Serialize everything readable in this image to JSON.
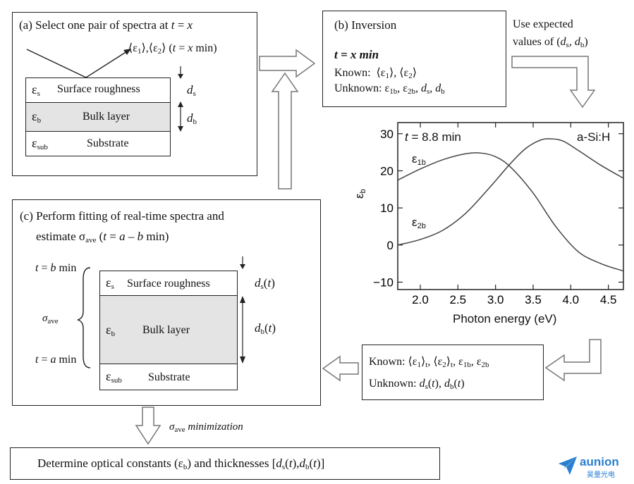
{
  "panel_a": {
    "title_pre": "(a) Select one pair of spectra at ",
    "title_var": "t",
    "title_post": " = ",
    "title_var2": "x",
    "spectra_label": "⟨ε₁⟩,⟨ε₂⟩",
    "spectra_cond": "(t = x min)",
    "layer_s_sym": "ε",
    "layer_s_sub": "s",
    "layer_s_name": "Surface roughness",
    "layer_b_sym": "ε",
    "layer_b_sub": "b",
    "layer_b_name": "Bulk layer",
    "layer_sub_sym": "ε",
    "layer_sub_sub": "sub",
    "layer_sub_name": "Substrate",
    "ds_label": "d",
    "ds_sub": "s",
    "db_label": "d",
    "db_sub": "b"
  },
  "panel_b": {
    "title": "(b) Inversion",
    "time_line": "t = x min",
    "known_label": "Known:",
    "known_vals": "⟨ε₁⟩, ⟨ε₂⟩",
    "unknown_label": "Unknown:",
    "unknown_vals": "ε₁b, ε₂b, ds, db"
  },
  "use_expected": {
    "line1": "Use expected",
    "line2": "values of (ds, db)"
  },
  "chart_data": {
    "type": "line",
    "xlabel": "Photon energy (eV)",
    "ylabel": "εb",
    "xlim": [
      1.7,
      4.7
    ],
    "ylim": [
      -12,
      33
    ],
    "xticks": [
      "2.0",
      "2.5",
      "3.0",
      "3.5",
      "4.0",
      "4.5"
    ],
    "yticks": [
      "30",
      "20",
      "10",
      "0",
      "−10"
    ],
    "annotation_time": "t = 8.8 min",
    "annotation_material": "a-Si:H",
    "series": [
      {
        "name": "ε1b",
        "x": [
          1.7,
          2.0,
          2.3,
          2.6,
          2.8,
          3.0,
          3.2,
          3.5,
          3.8,
          4.1,
          4.4,
          4.7
        ],
        "y": [
          17.5,
          20.5,
          23.0,
          24.6,
          24.8,
          23.8,
          21.0,
          14.0,
          5.0,
          -1.8,
          -5.0,
          -7.0
        ]
      },
      {
        "name": "ε2b",
        "x": [
          1.7,
          2.0,
          2.3,
          2.6,
          2.9,
          3.2,
          3.4,
          3.6,
          3.75,
          3.9,
          4.1,
          4.4,
          4.7
        ],
        "y": [
          0.0,
          1.5,
          4.0,
          8.5,
          15.0,
          22.0,
          26.0,
          28.3,
          28.6,
          28.0,
          25.5,
          21.5,
          18.0
        ]
      }
    ]
  },
  "panel_c": {
    "title_line1": "(c) Perform fitting of real-time spectra and",
    "title_line2": "estimate σave (t = a – b min)",
    "t_b": "t = b min",
    "t_a": "t = a min",
    "sigma": "σave",
    "layer_s_name": "Surface roughness",
    "layer_b_name": "Bulk layer",
    "layer_sub_name": "Substrate",
    "ds_t": "ds(t)",
    "db_t": "db(t)"
  },
  "known_box": {
    "known_label": "Known:",
    "known_vals": "⟨ε₁⟩t, ⟨ε₂⟩t, ε1b, ε2b",
    "unknown_label": "Unknown:",
    "unknown_vals": "ds(t), db(t)"
  },
  "minimization": {
    "sigma": "σave",
    "text": "minimization"
  },
  "final_box": {
    "text": "Determine optical constants (εb) and thicknesses [ds(t),db(t)]"
  },
  "logo": {
    "name": "aunion",
    "sub": "昊量光电"
  }
}
